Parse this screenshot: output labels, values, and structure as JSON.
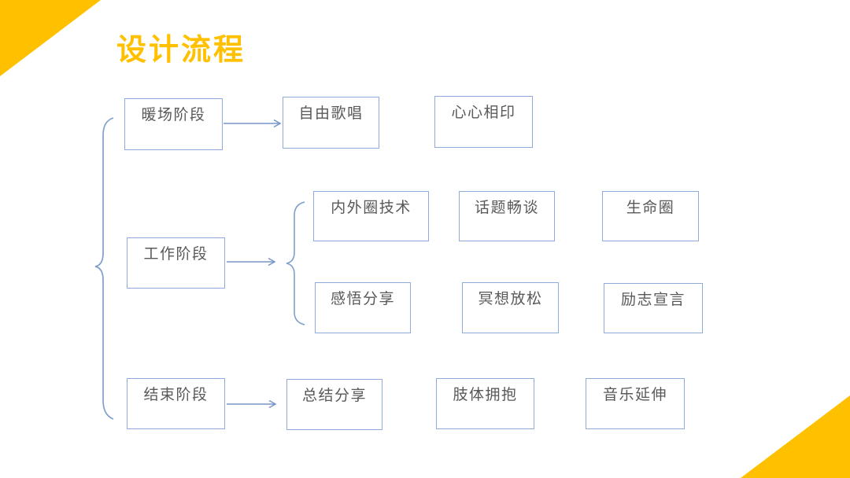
{
  "slide": {
    "title": "设计流程",
    "colors": {
      "accent_yellow": "#FFC000",
      "box_border": "#8FAADC",
      "connector_blue": "#7596C6",
      "box_text": "#595959"
    },
    "phases": [
      {
        "label": "暖场阶段",
        "activities": [
          "自由歌唱",
          "心心相印"
        ]
      },
      {
        "label": "工作阶段",
        "activities": [
          "内外圈技术",
          "话题畅谈",
          "生命圈",
          "感悟分享",
          "冥想放松",
          "励志宣言"
        ]
      },
      {
        "label": "结束阶段",
        "activities": [
          "总结分享",
          "肢体拥抱",
          "音乐延伸"
        ]
      }
    ]
  }
}
